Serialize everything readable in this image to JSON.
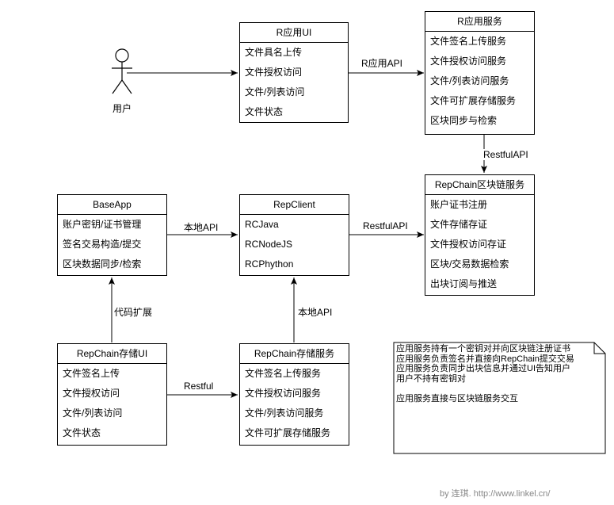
{
  "actor": {
    "label": "用户"
  },
  "boxes": {
    "r_ui": {
      "title": "R应用UI",
      "items": [
        "文件具名上传",
        "文件授权访问",
        "文件/列表访问",
        "文件状态"
      ]
    },
    "r_service": {
      "title": "R应用服务",
      "items": [
        "文件签名上传服务",
        "文件授权访问服务",
        "文件/列表访问服务",
        "文件可扩展存储服务",
        "区块同步与检索"
      ]
    },
    "repchain_service": {
      "title": "RepChain区块链服务",
      "items": [
        "账户证书注册",
        "文件存储存证",
        "文件授权访问存证",
        "区块/交易数据检索",
        "出块订阅与推送"
      ]
    },
    "baseapp": {
      "title": "BaseApp",
      "items": [
        "账户密钥/证书管理",
        "签名交易构造/提交",
        "区块数据同步/检索"
      ]
    },
    "repclient": {
      "title": "RepClient",
      "items": [
        "RCJava",
        "RCNodeJS",
        "RCPhython"
      ]
    },
    "storage_ui": {
      "title": "RepChain存储UI",
      "items": [
        "文件签名上传",
        "文件授权访问",
        "文件/列表访问",
        "文件状态"
      ]
    },
    "storage_service": {
      "title": "RepChain存储服务",
      "items": [
        "文件签名上传服务",
        "文件授权访问服务",
        "文件/列表访问服务",
        "文件可扩展存储服务"
      ]
    }
  },
  "edge_labels": {
    "r_api": "R应用API",
    "restful_api_1": "RestfulAPI",
    "local_api_1": "本地API",
    "restful_api_2": "RestfulAPI",
    "code_extend": "代码扩展",
    "local_api_2": "本地API",
    "restful": "Restful"
  },
  "note": {
    "lines": [
      "应用服务持有一个密钥对并向区块链注册证书",
      "应用服务负责签名并直接向RepChain提交交易",
      "应用服务负责同步出块信息并通过UI告知用户",
      "用户不持有密钥对",
      "",
      "应用服务直接与区块链服务交互"
    ]
  },
  "credit": "by 连琪. http://www.linkel.cn/"
}
